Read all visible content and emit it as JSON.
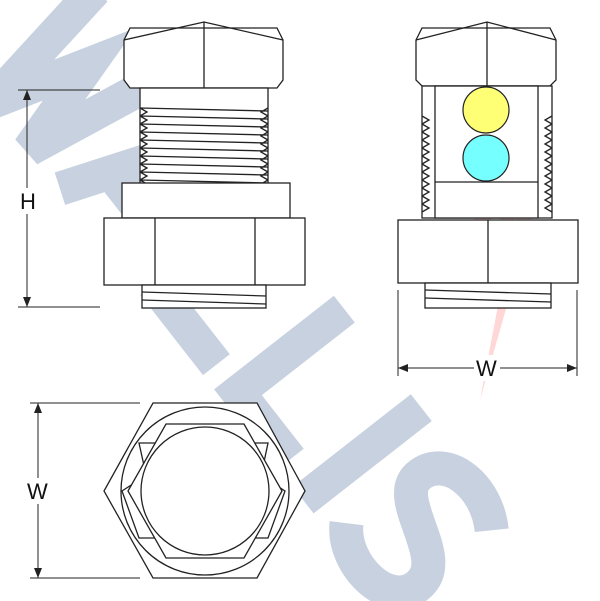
{
  "watermark": {
    "text": "WALLIS",
    "color": "#c7d1df",
    "accent_color": "#ff9a9a"
  },
  "labels": {
    "height": "H",
    "width_side": "W",
    "width_top": "W"
  },
  "indicator_colors": {
    "top": "#ffff66",
    "bottom": "#66ffff"
  }
}
